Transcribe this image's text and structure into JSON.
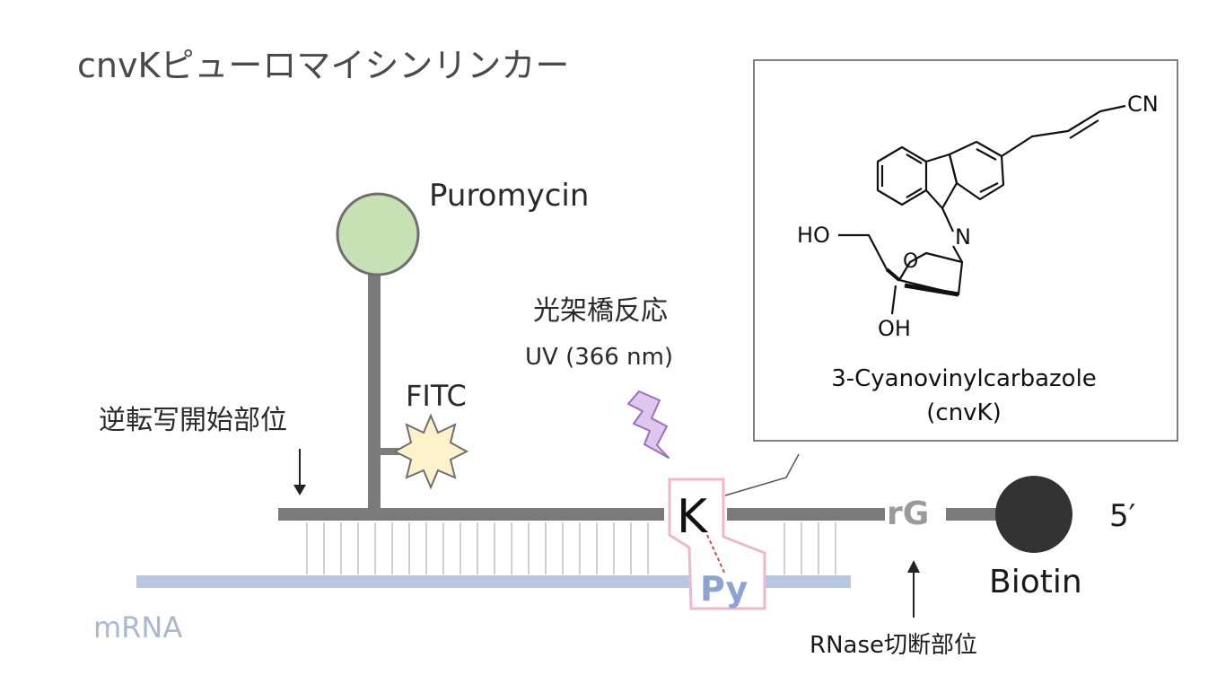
{
  "title": "cnvKピューロマイシンリンカー",
  "labels": {
    "puromycin": "Puromycin",
    "fitc": "FITC",
    "rt_start": "逆転写開始部位",
    "photo_crosslink": "光架橋反応",
    "uv": "UV (366 nm)",
    "k": "K",
    "py": "Py",
    "rg": "rG",
    "biotin": "Biotin",
    "five_prime": "5′",
    "mrna": "mRNA",
    "rnase_site": "RNase切断部位"
  },
  "structure": {
    "compound_name": "3-Cyanovinylcarbazole",
    "abbreviation": "(cnvK)",
    "cn": "CN",
    "ho": "HO",
    "oh": "OH",
    "n": "N",
    "o": "O"
  },
  "colors": {
    "linker": "#7a7a7a",
    "puromycin_fill": "#c7e0b4",
    "fitc_fill": "#fdf2cc",
    "uv_fill": "#dfc6ee",
    "uv_stroke": "#9a6fbf",
    "mrna": "#b9c8e2",
    "mrna_text": "#a9b7cf",
    "py_text": "#8fa3d1",
    "k_outline": "#efb6cf",
    "biotin_fill": "#333333",
    "rg_text": "#9a9a9a",
    "crosslink": "#d44b4b"
  }
}
